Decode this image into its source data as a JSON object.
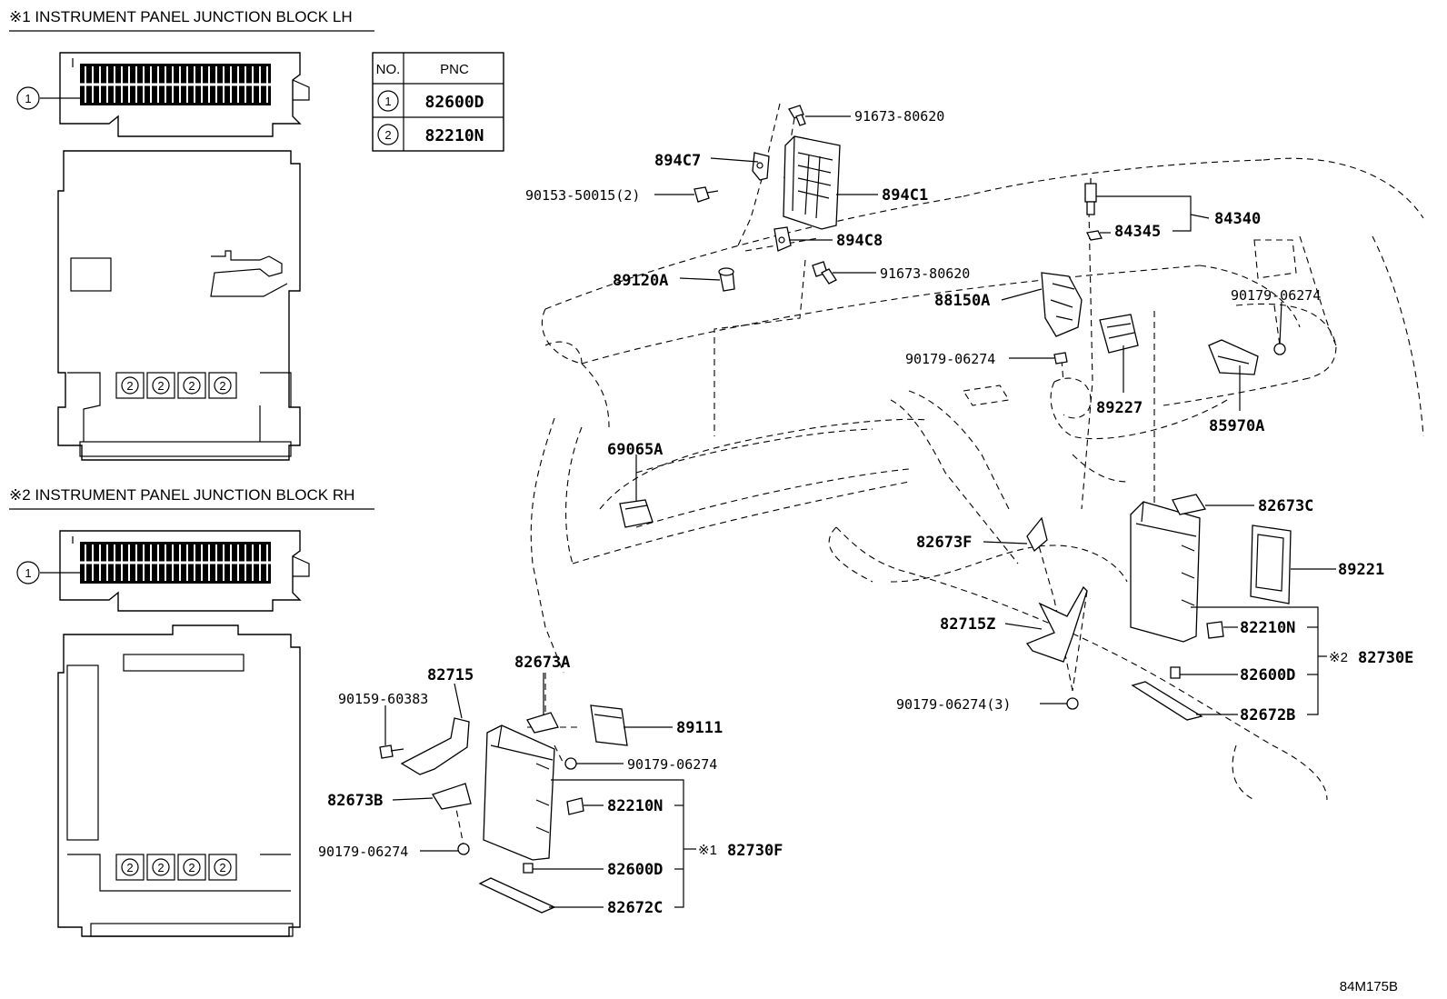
{
  "sections": {
    "lh_title": "※1 INSTRUMENT PANEL JUNCTION BLOCK LH",
    "rh_title": "※2 INSTRUMENT PANEL JUNCTION BLOCK RH"
  },
  "pnc_table": {
    "headers": [
      "NO.",
      "PNC"
    ],
    "rows": [
      {
        "no": "1",
        "pnc": "82600D"
      },
      {
        "no": "2",
        "pnc": "82210N"
      }
    ]
  },
  "callouts": {
    "one": "1",
    "two": "2"
  },
  "parts": {
    "p91673_top": "91673-80620",
    "p894C7": "894C7",
    "p90153": "90153-50015(2)",
    "p894C1": "894C1",
    "p894C8": "894C8",
    "p91673_mid": "91673-80620",
    "p89120A": "89120A",
    "p88150A": "88150A",
    "p90179_a": "90179-06274",
    "p84340": "84340",
    "p84345": "84345",
    "p90179_b": "90179-06274",
    "p89227": "89227",
    "p85970A": "85970A",
    "p69065A": "69065A",
    "p82673C": "82673C",
    "p89221": "89221",
    "p82673F": "82673F",
    "p82715Z": "82715Z",
    "p82210N_r": "82210N",
    "p82730E": "82730E",
    "p82730E_mark": "※2",
    "p82600D_r": "82600D",
    "p90179_c": "90179-06274(3)",
    "p82672B": "82672B",
    "p82715": "82715",
    "p82673A": "82673A",
    "p90159": "90159-60383",
    "p89111": "89111",
    "p90179_d": "90179-06274",
    "p82673B": "82673B",
    "p82210N_l": "82210N",
    "p82730F": "82730F",
    "p82730F_mark": "※1",
    "p90179_e": "90179-06274",
    "p82600D_l": "82600D",
    "p82672C": "82672C"
  },
  "ref_code": "84M175B"
}
